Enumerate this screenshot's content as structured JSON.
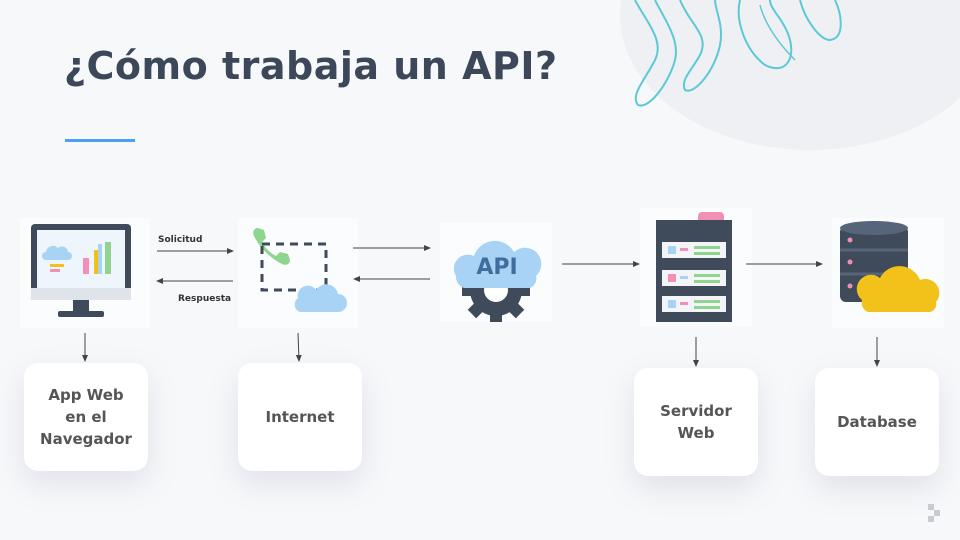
{
  "title": "¿Cómo trabaja un API?",
  "arrow_labels": {
    "request": "Solicitud",
    "response": "Respuesta"
  },
  "api_icon_text": "API",
  "cards": [
    {
      "id": "browser",
      "label": "App Web\nen el\nNavegador"
    },
    {
      "id": "internet",
      "label": "Internet"
    },
    {
      "id": "server",
      "label": "Servidor\nWeb"
    },
    {
      "id": "database",
      "label": "Database"
    }
  ],
  "icons": [
    "monitor-chart-icon",
    "phone-cloud-icon",
    "api-cloud-gear-icon",
    "server-rack-icon",
    "database-cloud-icon"
  ],
  "colors": {
    "title": "#3c4759",
    "accent": "#4a9ff5",
    "card_text": "#555555",
    "cloud_blue": "#a9d3f5",
    "cloud_yellow": "#f2c21b",
    "gear": "#3f4a5a"
  }
}
